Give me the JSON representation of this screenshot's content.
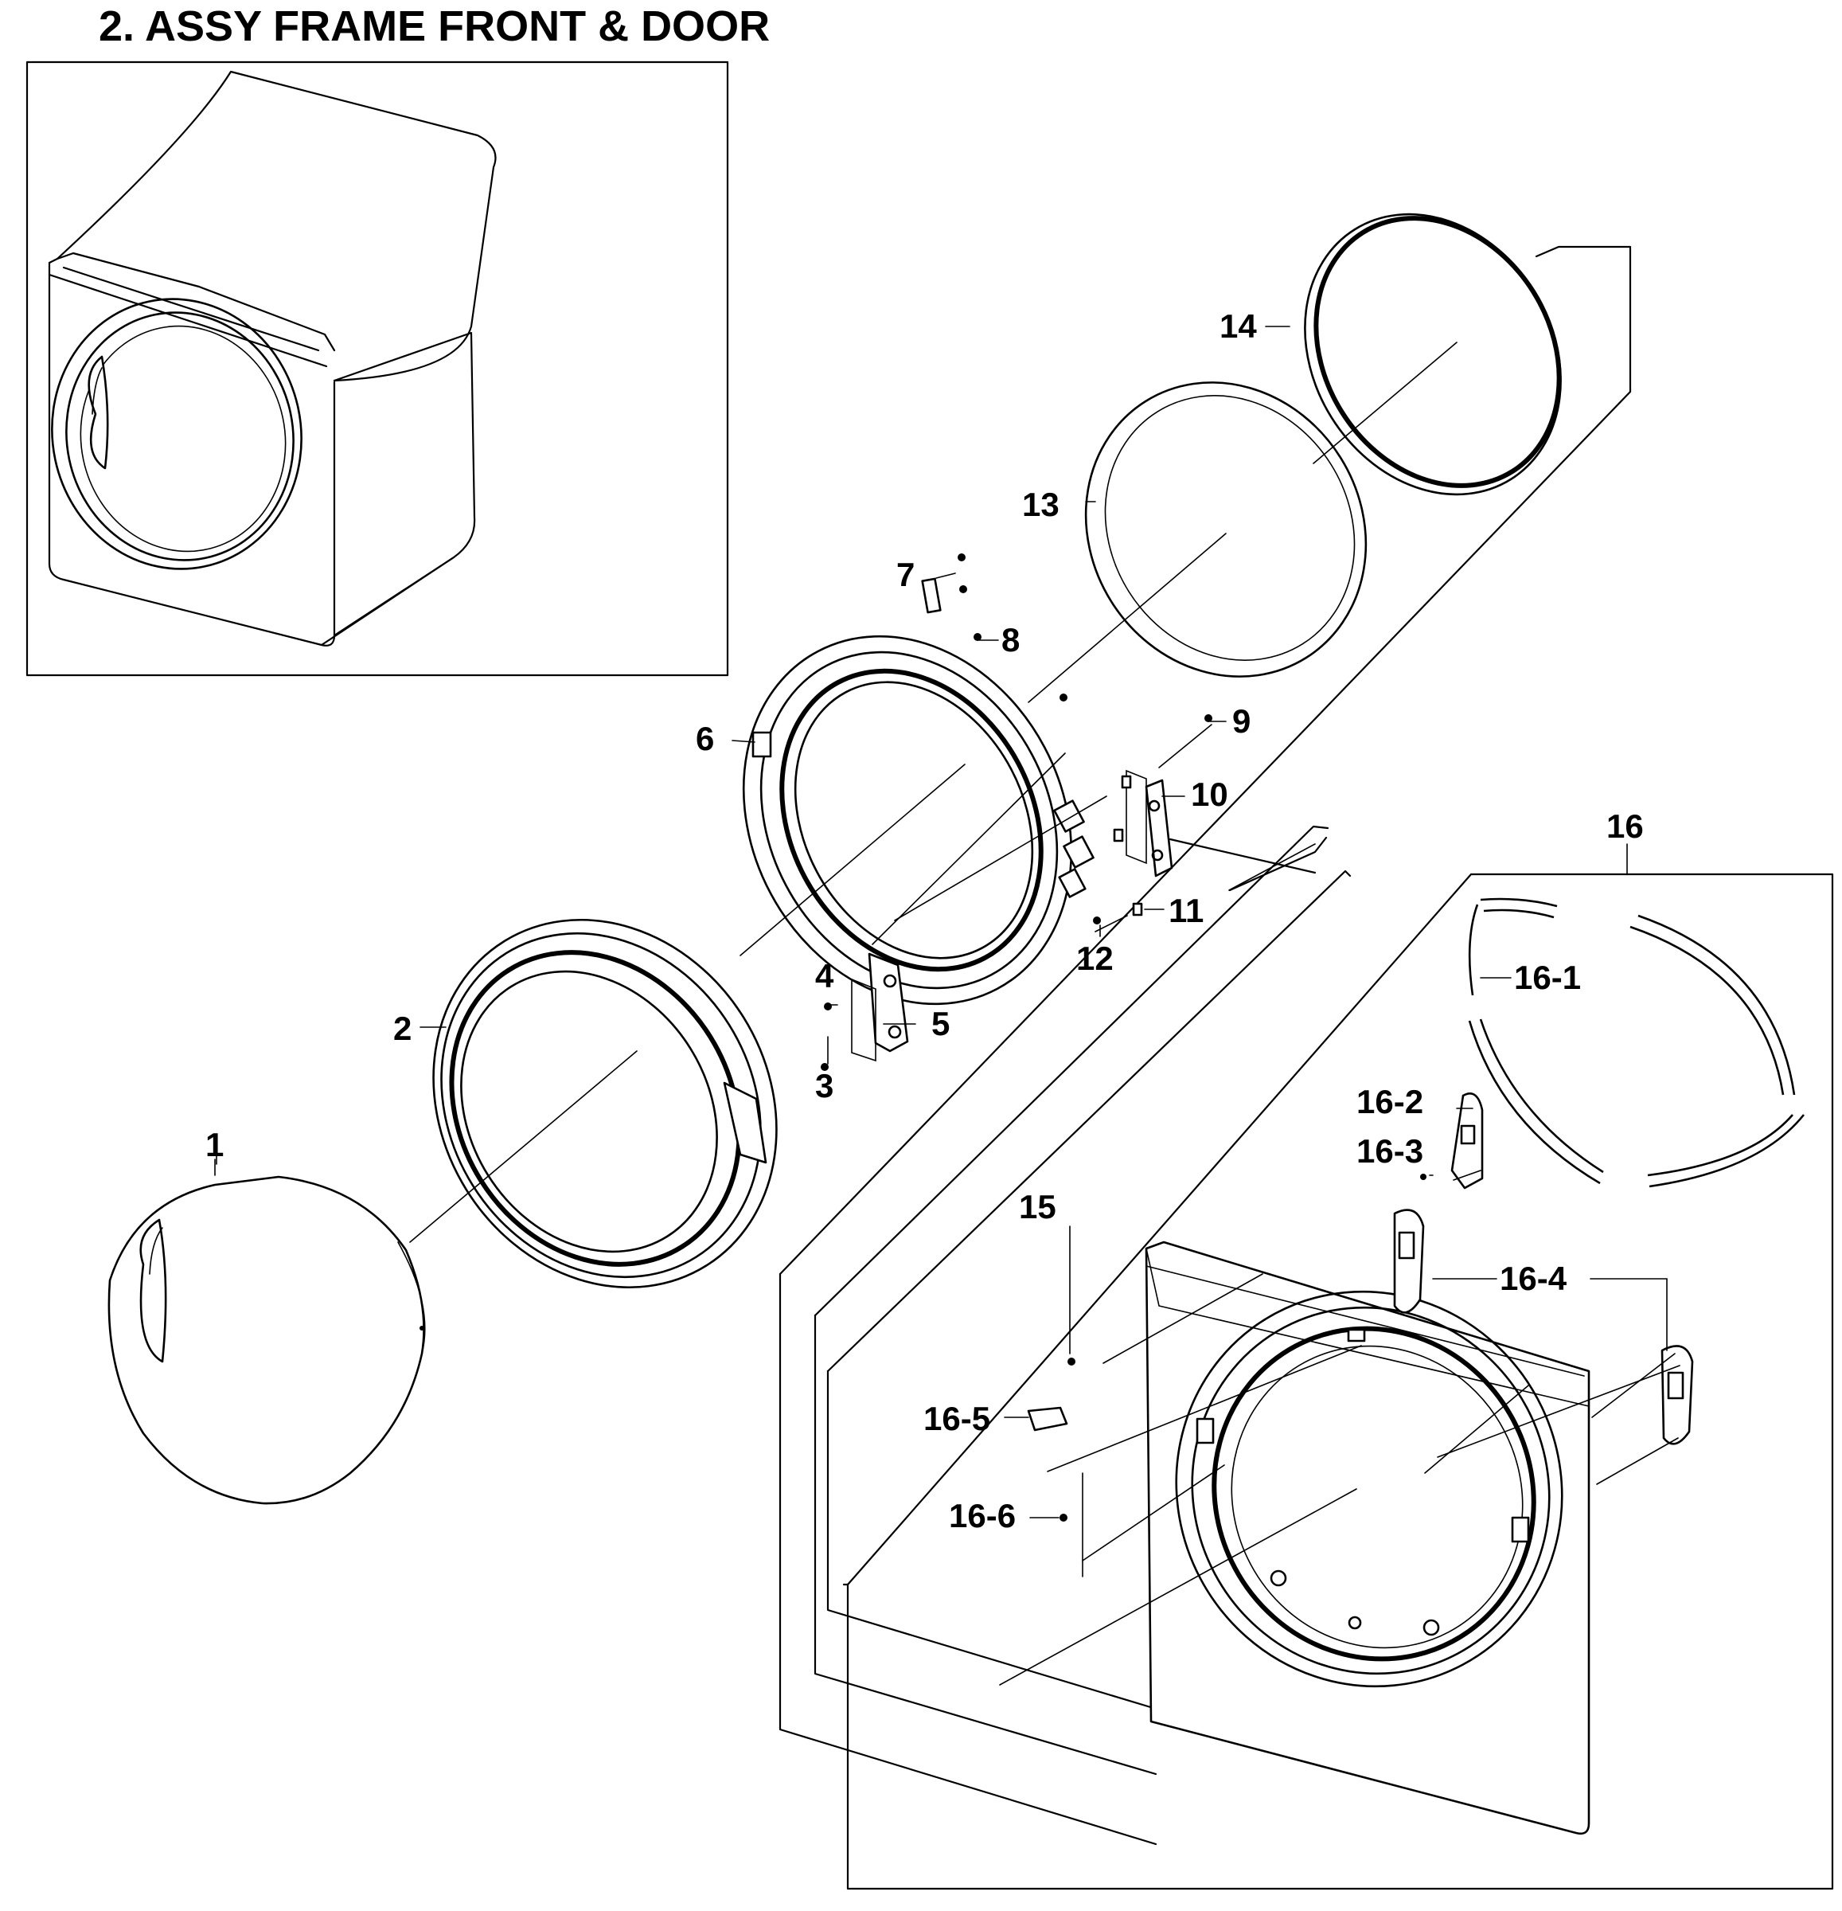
{
  "title": "2. ASSY FRAME FRONT & DOOR",
  "callouts": {
    "c1": "1",
    "c2": "2",
    "c3": "3",
    "c4": "4",
    "c5": "5",
    "c6": "6",
    "c7": "7",
    "c8": "8",
    "c9": "9",
    "c10": "10",
    "c11": "11",
    "c12": "12",
    "c13": "13",
    "c14": "14",
    "c15": "15",
    "c16": "16",
    "c16_1": "16-1",
    "c16_2": "16-2",
    "c16_3": "16-3",
    "c16_4": "16-4",
    "c16_5": "16-5",
    "c16_6": "16-6"
  }
}
